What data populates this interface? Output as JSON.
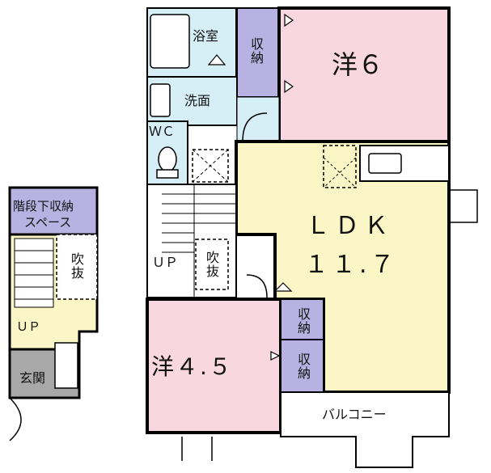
{
  "colors": {
    "western_room": "#f8d7e0",
    "ldk": "#fbf6c6",
    "storage": "#b8b2e2",
    "bath_wash": "#d6eef6",
    "entrance": "#a8a8a8",
    "exterior": "#ffffff",
    "wall": "#000000"
  },
  "rooms": {
    "bedroom_6": "洋６",
    "ldk_name": "ＬＤＫ",
    "ldk_size": "１１.７",
    "bedroom_45": "洋４.５",
    "bath": "浴室",
    "closet_top": "収納",
    "washroom": "洗面",
    "wc": "ＷＣ",
    "void_center": "吹抜",
    "up_center": "ＵＰ",
    "closet_a": "収納",
    "closet_b": "収納",
    "balcony": "バルコニー",
    "under_stair_storage_line1": "階段下収納",
    "under_stair_storage_line2": "スペース",
    "void_left": "吹抜",
    "up_left": "ＵＰ",
    "entrance": "玄関"
  }
}
